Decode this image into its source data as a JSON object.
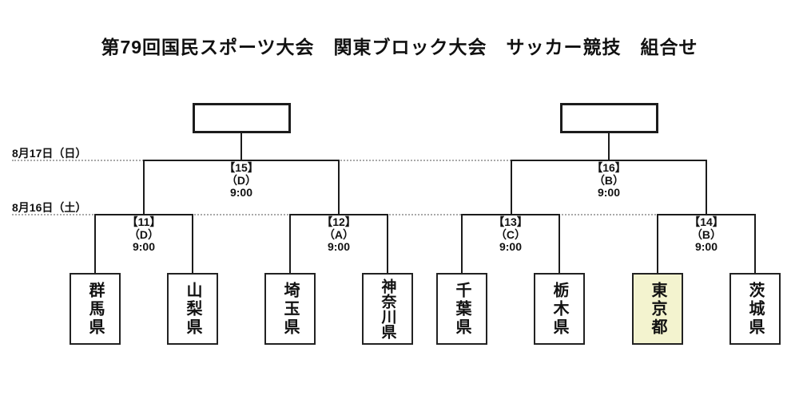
{
  "title": "第79回国民スポーツ大会　関東ブロック大会　サッカー競技　組合せ",
  "dates": {
    "day2": "8月17日（日）",
    "day1": "8月16日（土）"
  },
  "matches": {
    "semifinals": [
      {
        "number": "【15】",
        "venue": "（D）",
        "time": "9:00"
      },
      {
        "number": "【16】",
        "venue": "（B）",
        "time": "9:00"
      }
    ],
    "quarterfinals": [
      {
        "number": "【11】",
        "venue": "（D）",
        "time": "9:00"
      },
      {
        "number": "【12】",
        "venue": "（A）",
        "time": "9:00"
      },
      {
        "number": "【13】",
        "venue": "（C）",
        "time": "9:00"
      },
      {
        "number": "【14】",
        "venue": "（B）",
        "time": "9:00"
      }
    ]
  },
  "teams": [
    {
      "name": "群馬県",
      "highlighted": false
    },
    {
      "name": "山梨県",
      "highlighted": false
    },
    {
      "name": "埼玉県",
      "highlighted": false
    },
    {
      "name": "神奈川県",
      "highlighted": false
    },
    {
      "name": "千葉県",
      "highlighted": false
    },
    {
      "name": "栃木県",
      "highlighted": false
    },
    {
      "name": "東京都",
      "highlighted": true
    },
    {
      "name": "茨城県",
      "highlighted": false
    }
  ],
  "colors": {
    "line": "#1c1c1c",
    "dotted_line": "#a9a9a9",
    "highlight": "#f3f3cf"
  }
}
